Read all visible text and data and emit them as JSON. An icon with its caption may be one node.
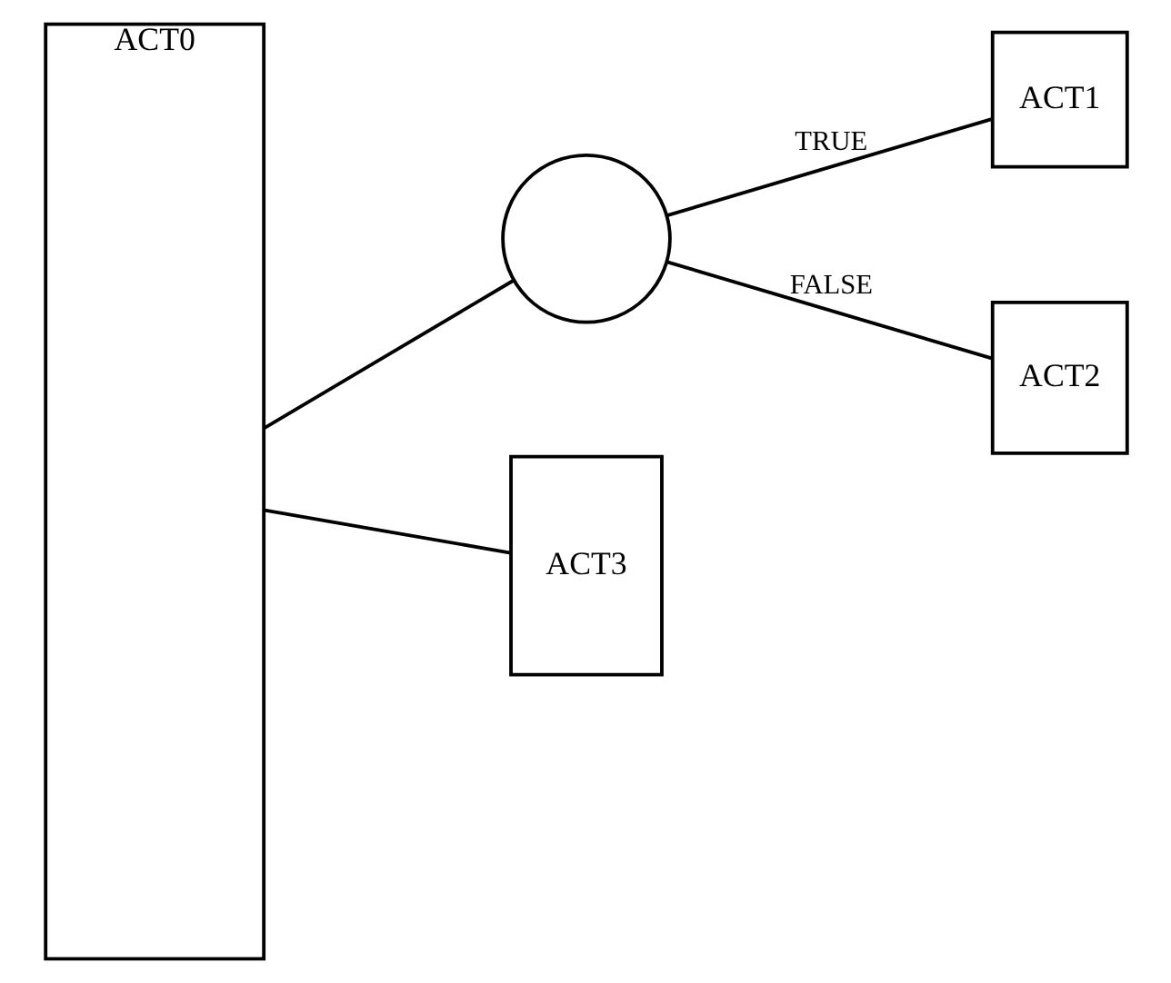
{
  "diagram": {
    "nodes": [
      {
        "text": [
          "ACT0"
        ]
      },
      {
        "text": [],
        "shape": "circle"
      },
      {
        "text": [
          "ACT1"
        ]
      },
      {
        "text": [
          "ACT2"
        ]
      },
      {
        "text": [
          "ACT3"
        ]
      }
    ],
    "edges": [
      {
        "from": 0,
        "to": 1,
        "arrow": "none"
      },
      {
        "from": 1,
        "to": 2,
        "arrow": "none",
        "label": "TRUE"
      },
      {
        "from": 1,
        "to": 3,
        "arrow": "none",
        "label": "FALSE"
      },
      {
        "from": 0,
        "to": 4,
        "arrow": "none"
      }
    ]
  }
}
